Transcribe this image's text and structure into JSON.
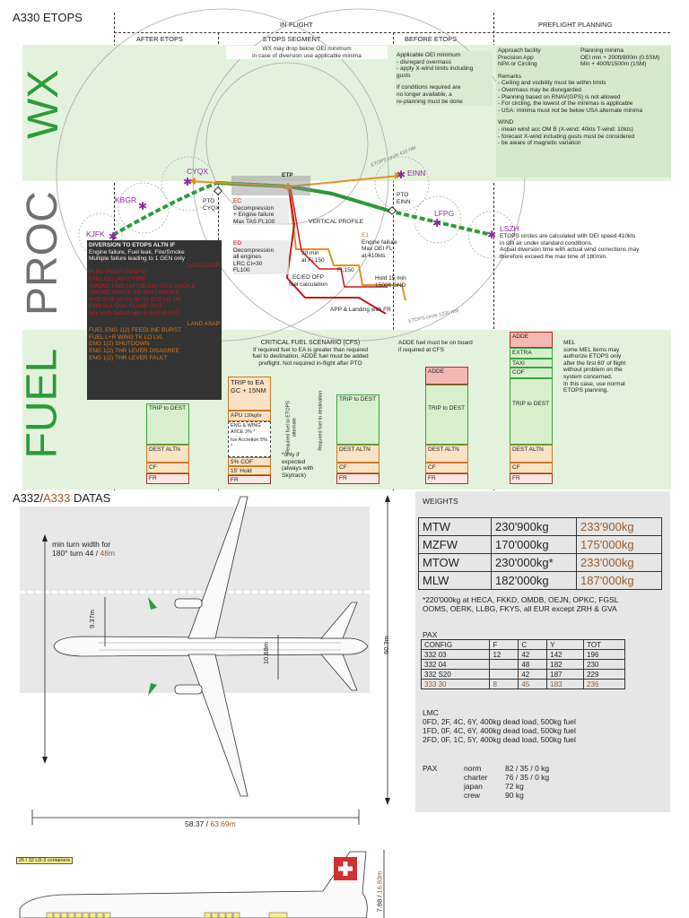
{
  "etops": {
    "title": "A330 ETOPS",
    "header_inflight": "IN-FLIGHT",
    "header_preflight": "PREFLIGHT PLANNING",
    "col_after": "AFTER ETOPS",
    "col_segment": "ETOPS SEGMENT",
    "col_before": "BEFORE ETOPS",
    "side_wx": "WX",
    "side_proc": "PROC",
    "side_fuel": "FUEL",
    "wx_segment_note": [
      "WX may drop below OEI minimum",
      "in case of diversion use applicable minima"
    ],
    "wx_before_note": [
      "Applicable OEI minimum",
      "- disregard overmass",
      "- apply X-wind limits including",
      "  gusts",
      "",
      "If conditions required are",
      "no longer available, a",
      "re-planning must be done"
    ],
    "wx_planning": {
      "rows": [
        [
          "Approach facility",
          "Planning minima"
        ],
        [
          "Precision App",
          "OEI min + 200ft/800m (0.5SM)"
        ],
        [
          "NPA or Circling",
          "Min + 400ft/1500m (1SM)"
        ]
      ],
      "remarks_title": "Remarks",
      "remarks": [
        "- Ceiling and visibility must be within limits",
        "- Overmass may be disregarded",
        "- Planning based on RNAV(GPS) is not allowed",
        "- For circling, the lowest of the minimas is applicable",
        "- USA: minima must not be below USA alternate minima"
      ],
      "wind_title": "WIND",
      "wind": [
        "- mean wind acc OM B (X-wind: 40kts T-wind: 10kts)",
        "- forecast X-wind including gusts must be considered",
        "- be aware of magnetic variation"
      ]
    },
    "airports": [
      "KJFK",
      "KBGR",
      "CYQX",
      "EINN",
      "LFPG",
      "LSZH"
    ],
    "etp_label": "ETP",
    "pto_cyqx": [
      "PTO",
      "CYQX"
    ],
    "pto_einn": [
      "PTO",
      "EINN"
    ],
    "circle_410": "ETOPS circle 410 NM",
    "circle_1230": "ETOPS circle 1230 NM",
    "ec_title": "EC",
    "ec_text": [
      "Decompression",
      "+ Engine failure",
      "Max TAS FL100"
    ],
    "ed_title": "ED",
    "ed_text": [
      "Decompression",
      "all engines",
      "LRC CI=30",
      "FL100"
    ],
    "e1_title": "E1",
    "e1_text": [
      "Engine failure",
      "Max OEI FL",
      "at 410kts"
    ],
    "vertical_profile": "VERTICAL PROFILE",
    "profile_labels": [
      "30 min",
      "at FL150",
      "FL150",
      "Hold 15 min",
      "1500ft GND",
      "EC/ED OFP",
      "fuel calculation",
      "APP & Landing with FR"
    ],
    "etops_circles_note": [
      "ETOPS circles are calculated with OEI speed 410kts",
      "in still air under standard conditions.",
      "Actual diversion time with actual wind corrections may",
      "therefore exceed the max time of 180min."
    ],
    "proc_box": {
      "title": "DIVERSION TO ETOPS ALTN IF",
      "lines": [
        "Engine failure, Fuel leak, Fire/Smoke",
        "Multiple failure leading to 1 GEN only"
      ],
      "land_asap_1": "LAND ASAP",
      "red_items": [
        "ELEC EMER CONFIG",
        "ENG 1(2) (APU) FIRE",
        "SMOKE FWD (AFT/BULK) CRG SMOKE",
        "SMOKE AVNCS (FE BAY) SMOKE",
        "HYD G+B (G+Y) (B+Y) SYS LO PR",
        "ENG ALL ENG FLAME OUT",
        "any HYD failure with G SYS lo RAT"
      ],
      "land_asap_2": "LAND ASAP",
      "orange_items": [
        "FUEL ENG 1(2) FEEDLINE BURST",
        "FUEL L+R WING TK LO LVL",
        "ENG 1(2) SHUTDOWN",
        "ENG 1(2) THR LEVER DISAGREE",
        "ENG 1(2) THR LEVER FAULT"
      ]
    },
    "cfs_title": "CRITICAL FUEL SCENARIO (CFS)",
    "cfs_text": [
      "If required fuel to EA is greater than required",
      "fuel to destination, ADDE fuel must be added",
      "preflight. Not required in-flight after PTO"
    ],
    "adde_note": [
      "ADDE fuel must be on board",
      "if required at CFS"
    ],
    "mel_note": [
      "MEL",
      "some MEL items may",
      "authorize ETOPS only",
      "after the first 60' of flight",
      "without problem on the",
      "system concerned.",
      "In this case, use normal",
      "ETOPS planning."
    ],
    "fuel_labels": {
      "trip_dest": "TRIP to DEST",
      "dest_altn": "DEST ALTN",
      "cf": "CF",
      "fr": "FR",
      "trip_ea": "TRIP to EA GC + 15NM",
      "apu": "APU",
      "apu_rate": "130kg/hr",
      "eng_wing": "ENG & WING A/ICE 3% *",
      "ice_accretion": "Ice Accretion 5% *",
      "cof5": "5% COF",
      "hold15": "15' Hold",
      "req_ea": "Required fuel to ETOPS alternate",
      "req_dest": "Required fuel to destination",
      "only_if": [
        "*only if",
        "expected",
        "(always with",
        "Skytrack)"
      ],
      "adde": "ADDE",
      "extra": "EXTRA",
      "taxi": "TAXI",
      "cof": "COF"
    }
  },
  "datas": {
    "title_a": "A332/",
    "title_b": "A333",
    "title_c": " DATAS",
    "turn_width": [
      "min turn width for",
      "180° turn 44 / ",
      "48m"
    ],
    "dim_937": "9.37m",
    "dim_1068": "10.68m",
    "dim_603": "60.3m",
    "span_a": "58.37 / ",
    "span_b": "63.69m",
    "cargo_note": "26 / 32 LD-3 containers",
    "tail_dim_a": "7.88 / ",
    "tail_dim_b": "16.83m"
  },
  "weights": {
    "title": "WEIGHTS",
    "rows": [
      [
        "MTW",
        "230'900kg",
        "233'900kg"
      ],
      [
        "MZFW",
        "170'000kg",
        "175'000kg"
      ],
      [
        "MTOW",
        "230'000kg*",
        "233'000kg"
      ],
      [
        "MLW",
        "182'000kg",
        "187'000kg"
      ]
    ],
    "footnote": [
      "*220'000kg at HECA, FKKD, OMDB, OEJN, OPKC, FGSL",
      "OOMS, OERK, LLBG, FKYS, all EUR except ZRH & GVA"
    ],
    "pax_title": "PAX",
    "pax_headers": [
      "CONFIG",
      "F",
      "C",
      "Y",
      "TOT"
    ],
    "pax_rows": [
      [
        "332 03",
        "12",
        "42",
        "142",
        "196"
      ],
      [
        "332 04",
        "",
        "48",
        "182",
        "230"
      ],
      [
        "332 S20",
        "",
        "42",
        "187",
        "229"
      ],
      [
        "333 30",
        "8",
        "45",
        "183",
        "236"
      ]
    ],
    "lmc_title": "LMC",
    "lmc_lines": [
      "0FD, 2F, 4C, 6Y, 400kg dead load, 500kg fuel",
      "1FD, 0F, 4C, 6Y, 400kg dead load, 500kg fuel",
      "2FD, 0F, 1C, 5Y, 400kg dead load, 500kg fuel"
    ],
    "pax2_title": "PAX",
    "pax2_rows": [
      [
        "norm",
        "82 / 35 / 0 kg"
      ],
      [
        "charter",
        "76 / 35 / 0 kg"
      ],
      [
        "japan",
        "72 kg"
      ],
      [
        "crew",
        "90 kg"
      ]
    ]
  },
  "colors": {
    "green": "#2d9a3a",
    "band": "#e3f2dd",
    "orange": "#e8901e",
    "red": "#c81818",
    "purple": "#8a2aa0",
    "brown": "#9a5a2a"
  }
}
